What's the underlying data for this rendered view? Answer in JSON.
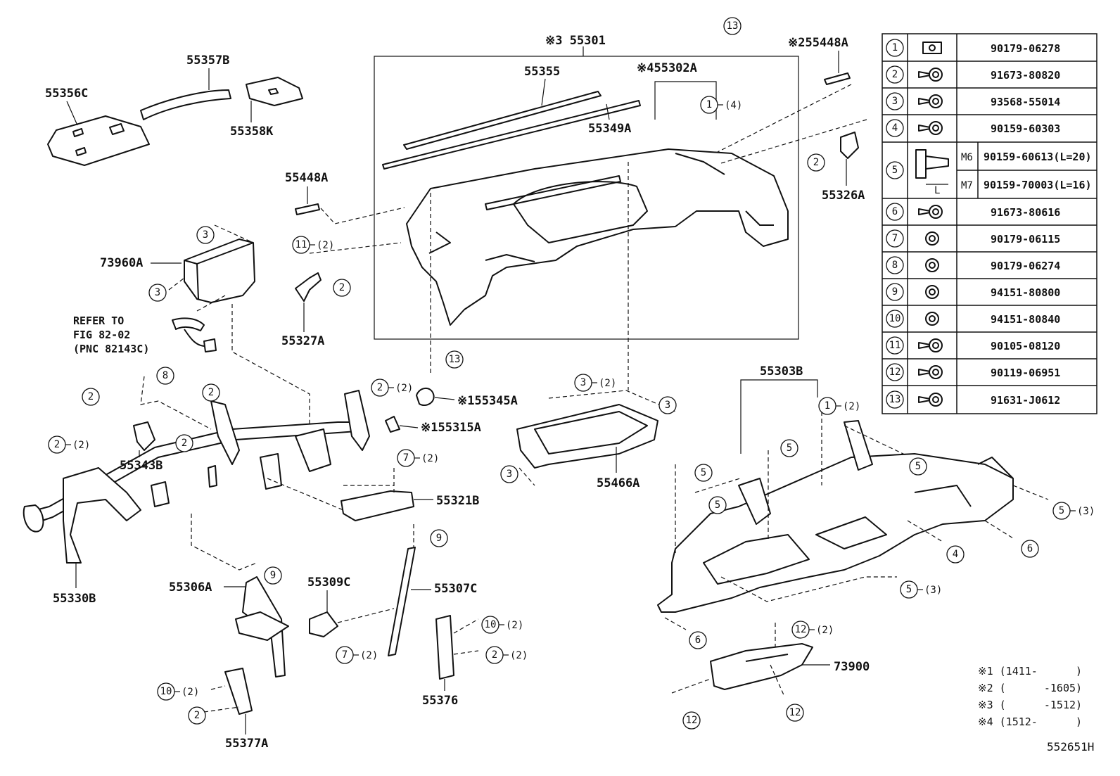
{
  "part_labels": {
    "p55301": "※3 55301",
    "p55355": "55355",
    "p55349A": "55349A",
    "p55302A": "※455302A",
    "p55448A_top": "※255448A",
    "p55448A": "55448A",
    "p55356C": "55356C",
    "p55357B": "55357B",
    "p55358K": "55358K",
    "p73960A": "73960A",
    "p55327A": "55327A",
    "p55326A": "55326A",
    "p55345A": "※155345A",
    "p55315A": "※155315A",
    "p55343B": "55343B",
    "p55330B": "55330B",
    "p55321B": "55321B",
    "p55466A": "55466A",
    "p55303B": "55303B",
    "p55306A": "55306A",
    "p55309C": "55309C",
    "p55307C": "55307C",
    "p55376": "55376",
    "p55377A": "55377A",
    "p73900": "73900"
  },
  "refer_note": [
    "REFER TO",
    "FIG 82-02",
    "(PNC 82143C)"
  ],
  "qty": {
    "q2": "(2)",
    "q3": "(3)",
    "q4": "(4)"
  },
  "fastener_table": {
    "rows": [
      {
        "no": "1",
        "part": "90179-06278"
      },
      {
        "no": "2",
        "part": "91673-80820"
      },
      {
        "no": "3",
        "part": "93568-55014"
      },
      {
        "no": "4",
        "part": "90159-60303"
      },
      {
        "no": "5",
        "sizes": [
          "M6",
          "M7"
        ],
        "parts": [
          "90159-60613(L=20)",
          "90159-70003(L=16)"
        ],
        "dim_label": "L"
      },
      {
        "no": "6",
        "part": "91673-80616"
      },
      {
        "no": "7",
        "part": "90179-06115"
      },
      {
        "no": "8",
        "part": "90179-06274"
      },
      {
        "no": "9",
        "part": "94151-80800"
      },
      {
        "no": "10",
        "part": "94151-80840"
      },
      {
        "no": "11",
        "part": "90105-08120"
      },
      {
        "no": "12",
        "part": "90119-06951"
      },
      {
        "no": "13",
        "part": "91631-J0612"
      }
    ]
  },
  "date_notes": [
    "※1 (1411-      )",
    "※2 (      -1605)",
    "※3 (      -1512)",
    "※4 (1512-      )"
  ],
  "figure_code": "552651H"
}
